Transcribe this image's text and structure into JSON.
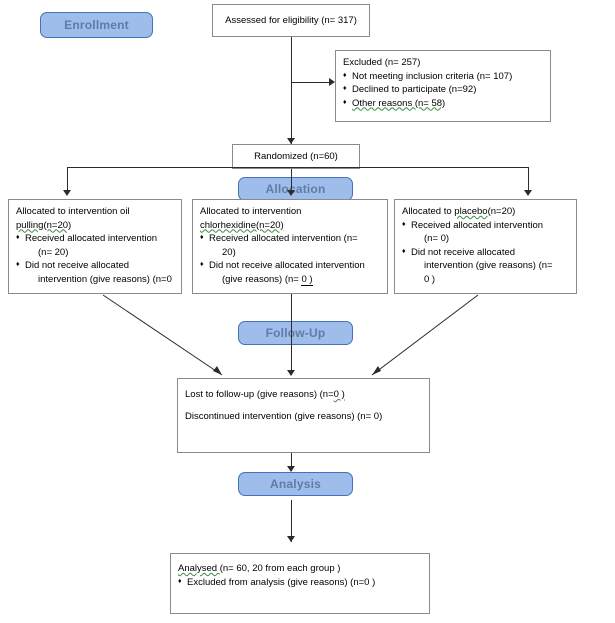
{
  "diagram": {
    "title": "CONSORT participant flow diagram",
    "accent_blue": "#9EBDEA",
    "accent_border": "#4472B8",
    "label_text_color": "#5E7CA6",
    "line_color": "#2b2b2b"
  },
  "stages": {
    "enrollment": "Enrollment",
    "allocation": "Allocation",
    "followup": "Follow-Up",
    "analysis": "Analysis"
  },
  "enrollment": {
    "assessed": "Assessed for eligibility (n= 317)",
    "excluded_title": "Excluded (n= 257)",
    "excluded_items": [
      "Not meeting inclusion criteria (n= 107)",
      "Declined to participate (n=92)",
      "Other reasons (n= 58)"
    ],
    "randomized": "Randomized (n=60)"
  },
  "allocation": {
    "arm_oil_pulling": {
      "heading_a": "Allocated to intervention oil",
      "heading_b": "pulling(n=20)",
      "item1": "Received allocated intervention",
      "item1_cont": "(n= 20)",
      "item2": "Did not receive allocated",
      "item2_cont": "intervention (give reasons) (n=0"
    },
    "arm_chlorhexidine": {
      "heading_a": "Allocated to intervention",
      "heading_b": "chlorhexidine(n=20)",
      "item1": "Received allocated intervention (n=",
      "item1_cont": "20)",
      "item2": "Did not receive allocated intervention",
      "item2_cont_a": "(give reasons) (n= ",
      "item2_cont_b": "0 )"
    },
    "arm_placebo": {
      "heading_a": "Allocated to ",
      "heading_b": "placebo",
      "heading_c": "(n=20)",
      "item1": "Received allocated intervention",
      "item1_cont": "(n= 0)",
      "item2": "Did not receive allocated",
      "item2_cont": "intervention (give reasons) (n=",
      "item2_cont2": "0 )"
    }
  },
  "followup": {
    "line1_a": "Lost to follow-up (give reasons) (n=",
    "line1_b": "0 )",
    "line2": "Discontinued intervention (give reasons) (n= 0)"
  },
  "analysis": {
    "line1_a": "Analysed  ",
    "line1_b": "(n= 60, 20 from each group )",
    "line2": "Excluded from analysis (give reasons) (n=0  )"
  }
}
